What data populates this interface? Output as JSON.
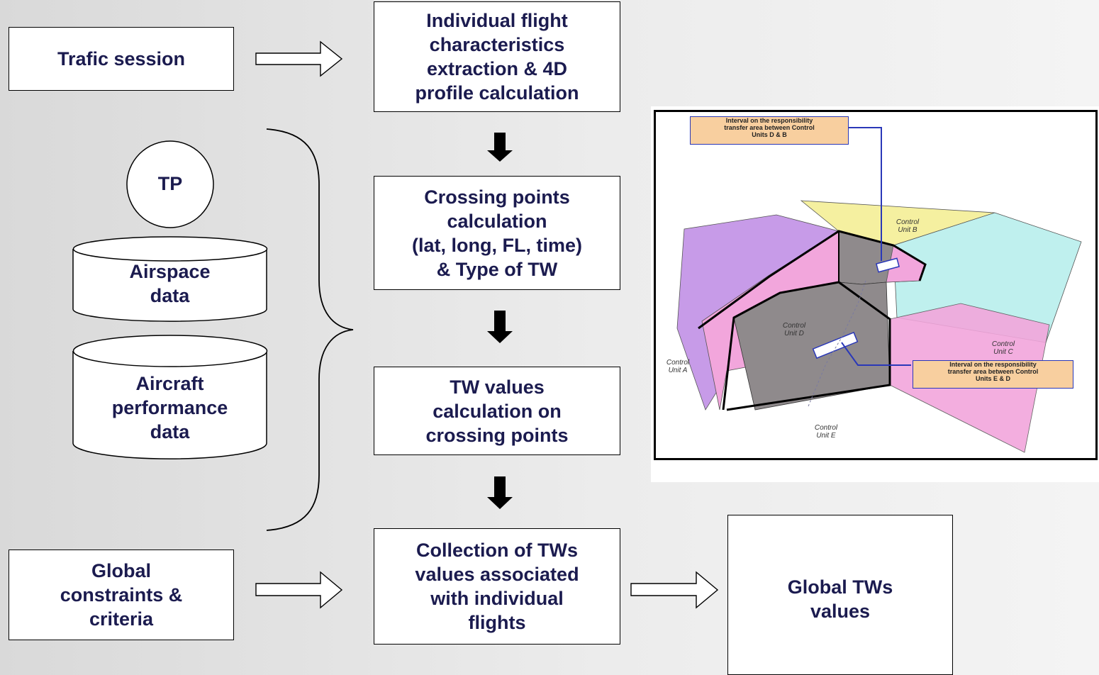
{
  "flow": {
    "traffic_session": "Trafic session",
    "extraction": "Individual flight\ncharacteristics\nextraction & 4D\nprofile calculation",
    "crossing": "Crossing points\ncalculation\n(lat, long, FL, time)\n& Type of TW",
    "tw_values": "TW values\ncalculation on\ncrossing points",
    "collection": "Collection of TWs\nvalues associated\nwith individual\nflights",
    "global_constraints": "Global\nconstraints &\ncriteria",
    "global_tws": "Global TWs\nvalues"
  },
  "resources": {
    "tp": "TP",
    "airspace": "Airspace\ndata",
    "aircraft": "Aircraft\nperformance\ndata"
  },
  "illustration": {
    "note_db": "Interval on the responsibility\ntransfer area between Control\nUnits D & B",
    "note_ed": "Interval on the responsibility\ntransfer area between Control\nUnits E & D",
    "unit_a": "Control\nUnit A",
    "unit_b": "Control\nUnit B",
    "unit_c": "Control\nUnit C",
    "unit_d": "Control\nUnit D",
    "unit_e": "Control\nUnit E"
  },
  "colors": {
    "text": "#1b1b4f",
    "purple": "#c79be8",
    "yellow": "#f5f0a0",
    "cyan": "#bff0ee",
    "pink": "#f2a6dc",
    "grey": "#8f8a8c"
  }
}
